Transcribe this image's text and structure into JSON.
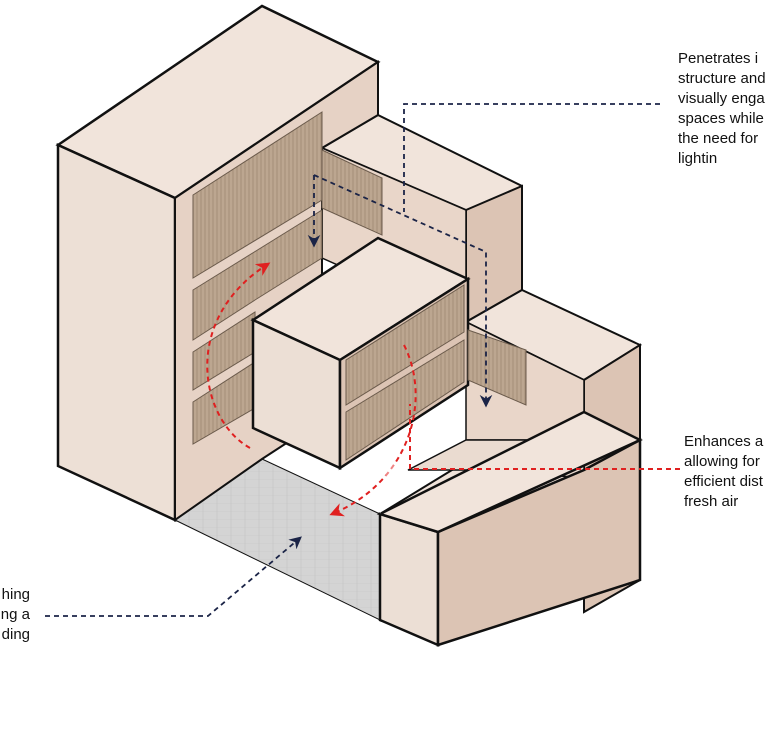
{
  "annotations": {
    "light": {
      "text": "Penetrates i\nstructure and\nvisually enga\nspaces while\nthe need for\nlightin"
    },
    "air": {
      "text": "Enhances a\nallowing for\nefficient dist\nfresh air"
    },
    "ground": {
      "text": "hing\nng a\nding"
    }
  },
  "colors": {
    "mass_top": "#f1e4db",
    "mass_left": "#e9d6c9",
    "mass_right": "#dcc4b4",
    "screen": "#b9a48e",
    "paving": "#d2d2d2",
    "outline": "#111111",
    "light_arrow": "#1b2447",
    "air_arrow": "#e02020"
  }
}
